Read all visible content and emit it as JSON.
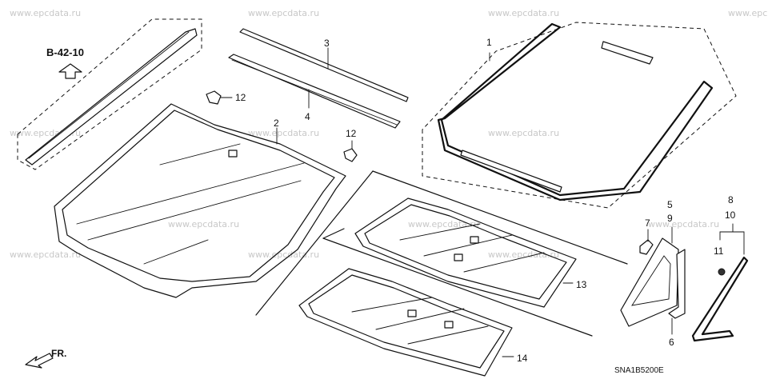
{
  "watermarks": [
    "www.epcdata.ru",
    "www.epcdata.ru",
    "www.epcdata.ru",
    "www.epcdata.ru",
    "www.epcdata.ru",
    "www.epcdata.ru",
    "www.epcdata.ru",
    "www.epcdata.ru",
    "www.epcdata.ru",
    "www.epcdata.ru",
    "www.epcdata.ru",
    "www.epcdata.ru",
    "www.epc"
  ],
  "reference": {
    "code": "B-42-10"
  },
  "callouts": {
    "c1": "1",
    "c2": "2",
    "c3": "3",
    "c4": "4",
    "c5": "5",
    "c6": "6",
    "c7": "7",
    "c8": "8",
    "c9": "9",
    "c10": "10",
    "c11": "11",
    "c12a": "12",
    "c12b": "12",
    "c13": "13",
    "c14": "14"
  },
  "front_label": "FR.",
  "diagram_code": "SNA1B5200E"
}
